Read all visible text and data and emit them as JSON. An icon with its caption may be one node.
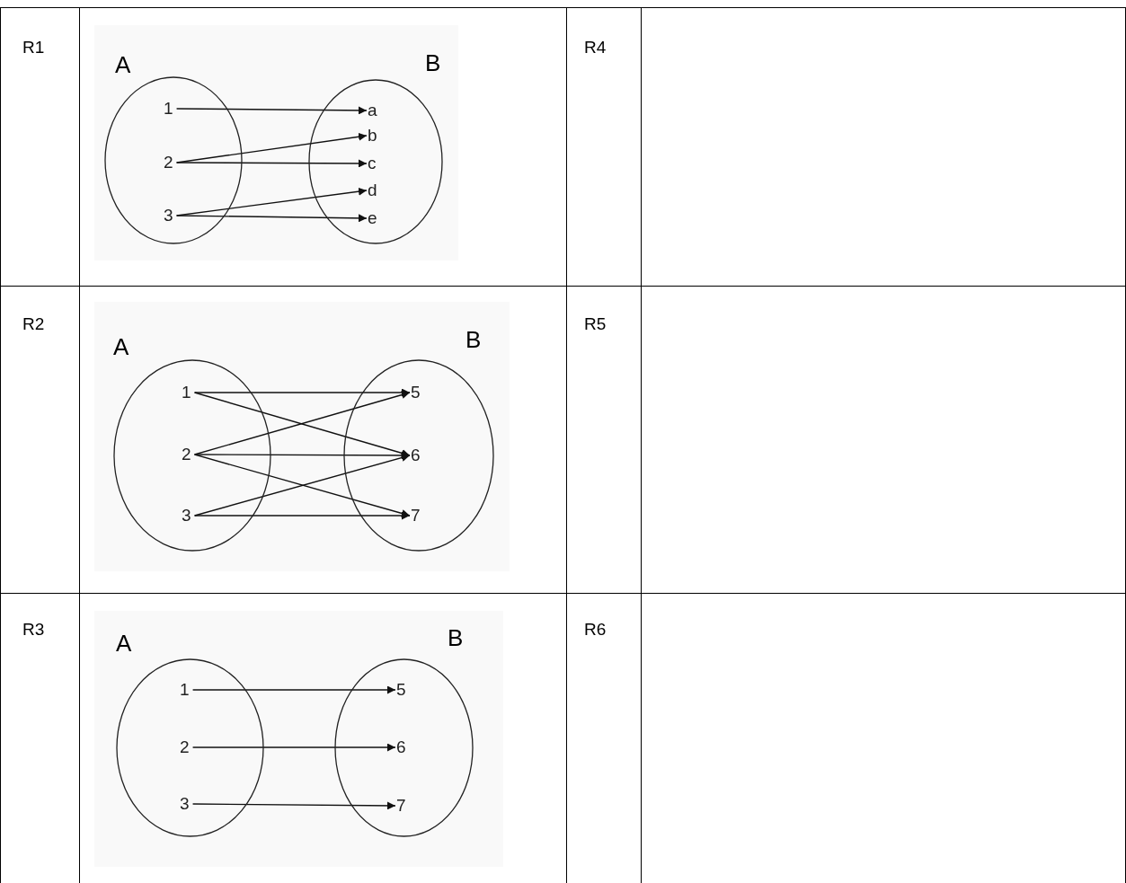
{
  "diagram": {
    "nodes": [
      {
        "text": [
          "A"
        ]
      },
      {
        "text": [
          "1"
        ],
        "in": 0
      },
      {
        "text": [
          "2"
        ],
        "in": 0
      },
      {
        "text": [
          "3"
        ],
        "in": 0
      },
      {
        "text": [
          "B"
        ]
      },
      {
        "text": [
          "a"
        ],
        "in": 4
      },
      {
        "text": [
          "b"
        ],
        "in": 4
      },
      {
        "text": [
          "c"
        ],
        "in": 4
      },
      {
        "text": [
          "d"
        ],
        "in": 4
      },
      {
        "text": [
          "e"
        ],
        "in": 4
      },
      {
        "text": [
          "A"
        ]
      },
      {
        "text": [
          "1"
        ],
        "in": 10
      },
      {
        "text": [
          "2"
        ],
        "in": 10
      },
      {
        "text": [
          "3"
        ],
        "in": 10
      },
      {
        "text": [
          "B"
        ]
      },
      {
        "text": [
          "5"
        ],
        "in": 14
      },
      {
        "text": [
          "6"
        ],
        "in": 14
      },
      {
        "text": [
          "7"
        ],
        "in": 14
      },
      {
        "text": [
          "A"
        ]
      },
      {
        "text": [
          "1"
        ],
        "in": 18
      },
      {
        "text": [
          "2"
        ],
        "in": 18
      },
      {
        "text": [
          "3"
        ],
        "in": 18
      },
      {
        "text": [
          "B"
        ]
      },
      {
        "text": [
          "5"
        ],
        "in": 22
      },
      {
        "text": [
          "6"
        ],
        "in": 22
      },
      {
        "text": [
          "7"
        ],
        "in": 22
      }
    ],
    "edges": [
      {
        "from": 1,
        "to": 5,
        "arrow": "to"
      },
      {
        "from": 2,
        "to": 6,
        "arrow": "to"
      },
      {
        "from": 2,
        "to": 7,
        "arrow": "to"
      },
      {
        "from": 3,
        "to": 8,
        "arrow": "to"
      },
      {
        "from": 3,
        "to": 9,
        "arrow": "to"
      },
      {
        "from": 11,
        "to": 15,
        "arrow": "to"
      },
      {
        "from": 11,
        "to": 16,
        "arrow": "to"
      },
      {
        "from": 12,
        "to": 15,
        "arrow": "to"
      },
      {
        "from": 12,
        "to": 16,
        "arrow": "to"
      },
      {
        "from": 12,
        "to": 17,
        "arrow": "to"
      },
      {
        "from": 13,
        "to": 16,
        "arrow": "to"
      },
      {
        "from": 13,
        "to": 17,
        "arrow": "to"
      },
      {
        "from": 19,
        "to": 23,
        "arrow": "to"
      },
      {
        "from": 20,
        "to": 24,
        "arrow": "to"
      },
      {
        "from": 21,
        "to": 25,
        "arrow": "to"
      }
    ],
    "labels": [
      "R1",
      "R4",
      "R2",
      "R5",
      "R3",
      "R6"
    ]
  }
}
